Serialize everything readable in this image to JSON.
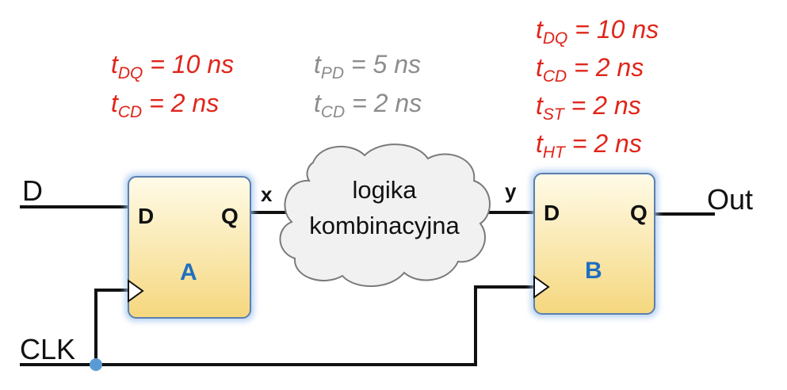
{
  "signals": {
    "d_input": "D",
    "clk_input": "CLK",
    "output": "Out",
    "net_x": "x",
    "net_y": "y"
  },
  "flipflops": [
    {
      "name": "A",
      "pin_d": "D",
      "pin_q": "Q"
    },
    {
      "name": "B",
      "pin_d": "D",
      "pin_q": "Q"
    }
  ],
  "logic": {
    "line1": "logika",
    "line2": "kombinacyjna"
  },
  "timing_a": [
    {
      "base": "t",
      "sub": "DQ",
      "value": " = 10 ns"
    },
    {
      "base": "t",
      "sub": "CD",
      "value": " = 2 ns"
    }
  ],
  "timing_logic": [
    {
      "base": "t",
      "sub": "PD",
      "value": " = 5 ns"
    },
    {
      "base": "t",
      "sub": "CD",
      "value": " = 2 ns"
    }
  ],
  "timing_b": [
    {
      "base": "t",
      "sub": "DQ",
      "value": " = 10 ns"
    },
    {
      "base": "t",
      "sub": "CD",
      "value": " = 2 ns"
    },
    {
      "base": "t",
      "sub": "ST",
      "value": " = 2 ns"
    },
    {
      "base": "t",
      "sub": "HT",
      "value": " = 2 ns"
    }
  ],
  "colors": {
    "timing_ff": "#e0251b",
    "timing_logic": "#8c8c8c",
    "ff_name": "#1f6fbf",
    "ff_fill_top": "#fffbe8",
    "ff_fill_bottom": "#f5d77e",
    "ff_border": "#5b7fb0",
    "wire": "#111111",
    "junction": "#5b9bd5"
  }
}
